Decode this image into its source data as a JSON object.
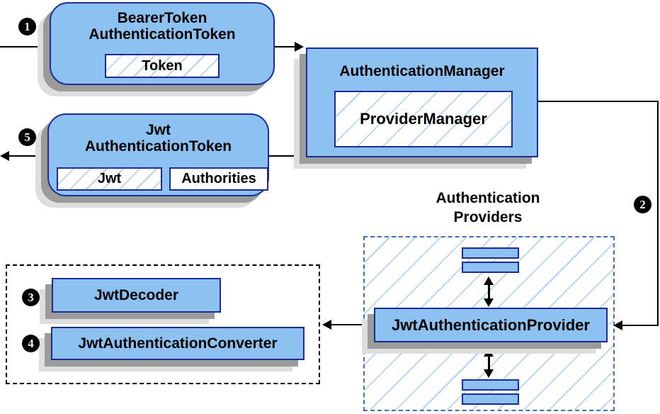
{
  "diagram": {
    "badges": {
      "step1": "1",
      "step2": "2",
      "step3": "3",
      "step4": "4",
      "step5": "5"
    },
    "nodes": {
      "bearer_token": {
        "title_line1": "BearerToken",
        "title_line2": "AuthenticationToken",
        "chip": "Token"
      },
      "authentication_manager": {
        "title": "AuthenticationManager",
        "inner": "ProviderManager"
      },
      "jwt_authentication_token": {
        "title_line1": "Jwt",
        "title_line2": "AuthenticationToken",
        "chip_jwt": "Jwt",
        "chip_authorities": "Authorities"
      },
      "jwt_authentication_provider": {
        "title": "JwtAuthenticationProvider"
      },
      "jwt_decoder": {
        "title": "JwtDecoder"
      },
      "jwt_authentication_converter": {
        "title": "JwtAuthenticationConverter"
      }
    },
    "labels": {
      "providers_line1": "Authentication",
      "providers_line2": "Providers"
    },
    "colors": {
      "node_fill": "#8dc1f2",
      "node_border": "#1b2d94",
      "hatch_line": "#a8ccf0",
      "providers_container_border": "#3f72b4",
      "connector": "#000000",
      "shadow_dark": "#9b9b9b",
      "shadow_light": "#dedede",
      "badge_background": "#000000",
      "badge_text": "#f5eedd"
    }
  }
}
